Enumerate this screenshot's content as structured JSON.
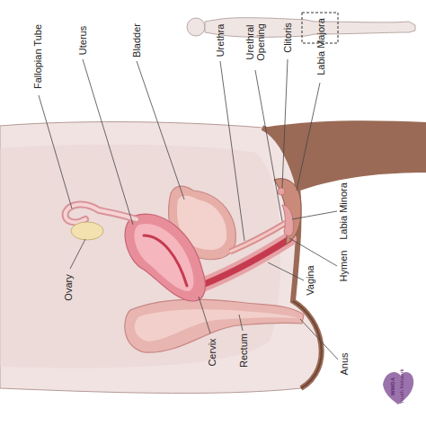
{
  "diagram": {
    "labels": [
      "Fallopian Tube",
      "Uterus",
      "Bladder",
      "Urethra",
      "Urethral Opening",
      "Clitoris",
      "Labia Majora",
      "Labia Minora",
      "Hymen",
      "Vagina",
      "Ovary",
      "Cervix",
      "Rectum",
      "Anus",
      "WWDA",
      "Youth Network"
    ]
  }
}
